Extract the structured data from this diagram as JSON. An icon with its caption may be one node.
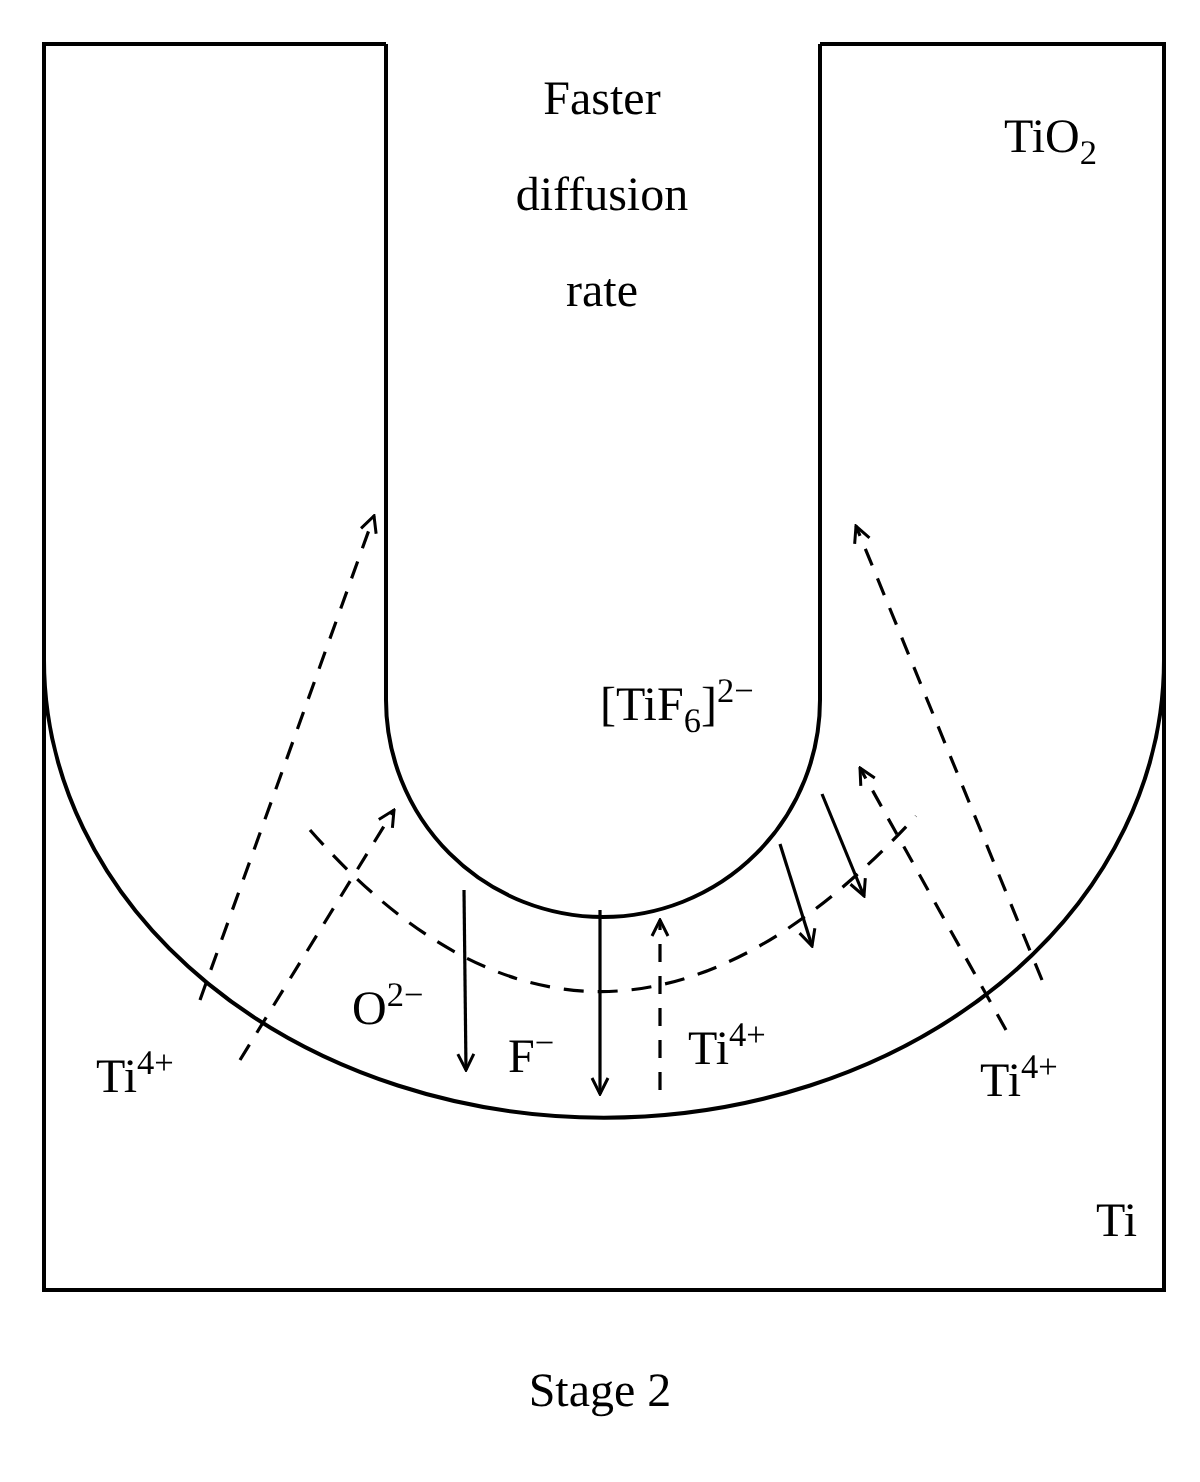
{
  "diagram": {
    "caption": "Stage 2",
    "labels": [
      "Faster diffusion rate",
      "TiO$_{2}$",
      "[TiF$_{6}$]$^{2−}$",
      "O$^{2−}$",
      "F$^{−}$",
      "Ti$^{4+}$",
      "Ti$^{4+}$",
      "Ti$^{4+}$",
      "Ti"
    ]
  }
}
